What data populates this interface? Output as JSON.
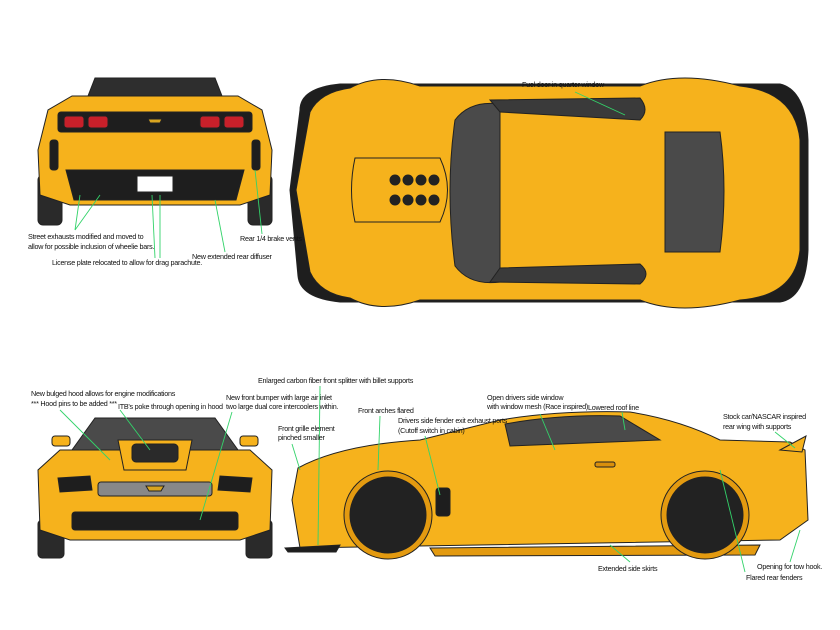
{
  "colors": {
    "body": "#f6b21c",
    "body_shade": "#e39a10",
    "glass": "#4a4a4a",
    "trim": "#1e1e1e",
    "leader": "#33d36a",
    "tail_light": "#c8202a"
  },
  "annotations": {
    "fuel_door": "Fuel door in quarter window",
    "street_exhaust_1": "Street exhausts modified and moved to",
    "street_exhaust_2": "allow for possible inclusion of wheelie bars.",
    "license_plate": "License plate relocated to allow for drag parachute.",
    "rear_diffuser": "New extended rear diffuser",
    "brake_vents": "Rear 1/4 brake vents",
    "hood_1": "New bulged hood allows for engine modifications",
    "hood_2": "*** Hood pins to be added ***",
    "itb": "ITB's poke through opening in hood",
    "splitter": "Enlarged carbon fiber front splitter with billet supports",
    "bumper_1": "New front bumper with large air inlet",
    "bumper_2": "two large dual core intercoolers within.",
    "grille_1": "Front grille element",
    "grille_2": "pinched smaller",
    "arches": "Front arches flared",
    "fender_exhaust_1": "Drivers side fender exit exhaust ports",
    "fender_exhaust_2": "(Cutoff switch in cabin)",
    "window_1": "Open drivers side window",
    "window_2": "with window mesh (Race inspired)",
    "roof": "Lowered roof line",
    "wing_1": "Stock car/NASCAR inspired",
    "wing_2": "rear wing with supports",
    "side_skirts": "Extended side skirts",
    "tow_hook": "Opening for tow hook.",
    "rear_fenders": "Flared rear fenders"
  }
}
